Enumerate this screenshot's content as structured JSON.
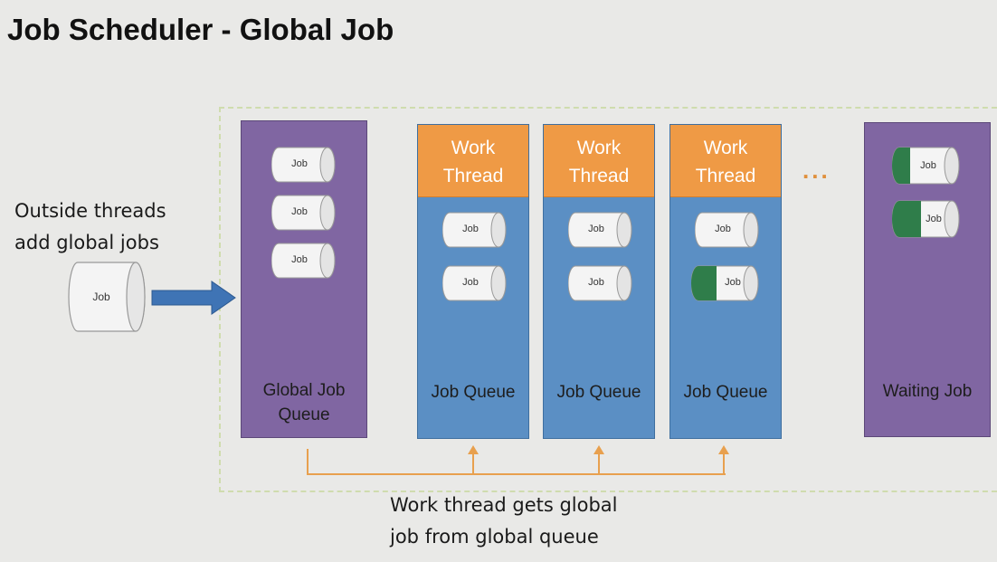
{
  "title": "Job Scheduler - Global Job",
  "outside_label": {
    "line1": "Outside threads",
    "line2": "add global jobs"
  },
  "job_label": "Job",
  "global_queue": {
    "line1": "Global Job",
    "line2": "Queue"
  },
  "work_threads": [
    {
      "header_line1": "Work",
      "header_line2": "Thread",
      "queue_label": "Job Queue"
    },
    {
      "header_line1": "Work",
      "header_line2": "Thread",
      "queue_label": "Job Queue"
    },
    {
      "header_line1": "Work",
      "header_line2": "Thread",
      "queue_label": "Job Queue"
    }
  ],
  "ellipsis": "...",
  "waiting": {
    "label": "Waiting Job"
  },
  "bottom_caption": {
    "line1": "Work thread gets global",
    "line2": "job from global queue"
  },
  "colors": {
    "global_queue": "#8066a2",
    "work_queue": "#5b8fc4",
    "thread_header": "#ef9a45",
    "connector": "#e8a04e",
    "arrow": "#3f74b5",
    "job_fill": "#f4f4f4",
    "job_progress": "#2f7d4a"
  }
}
